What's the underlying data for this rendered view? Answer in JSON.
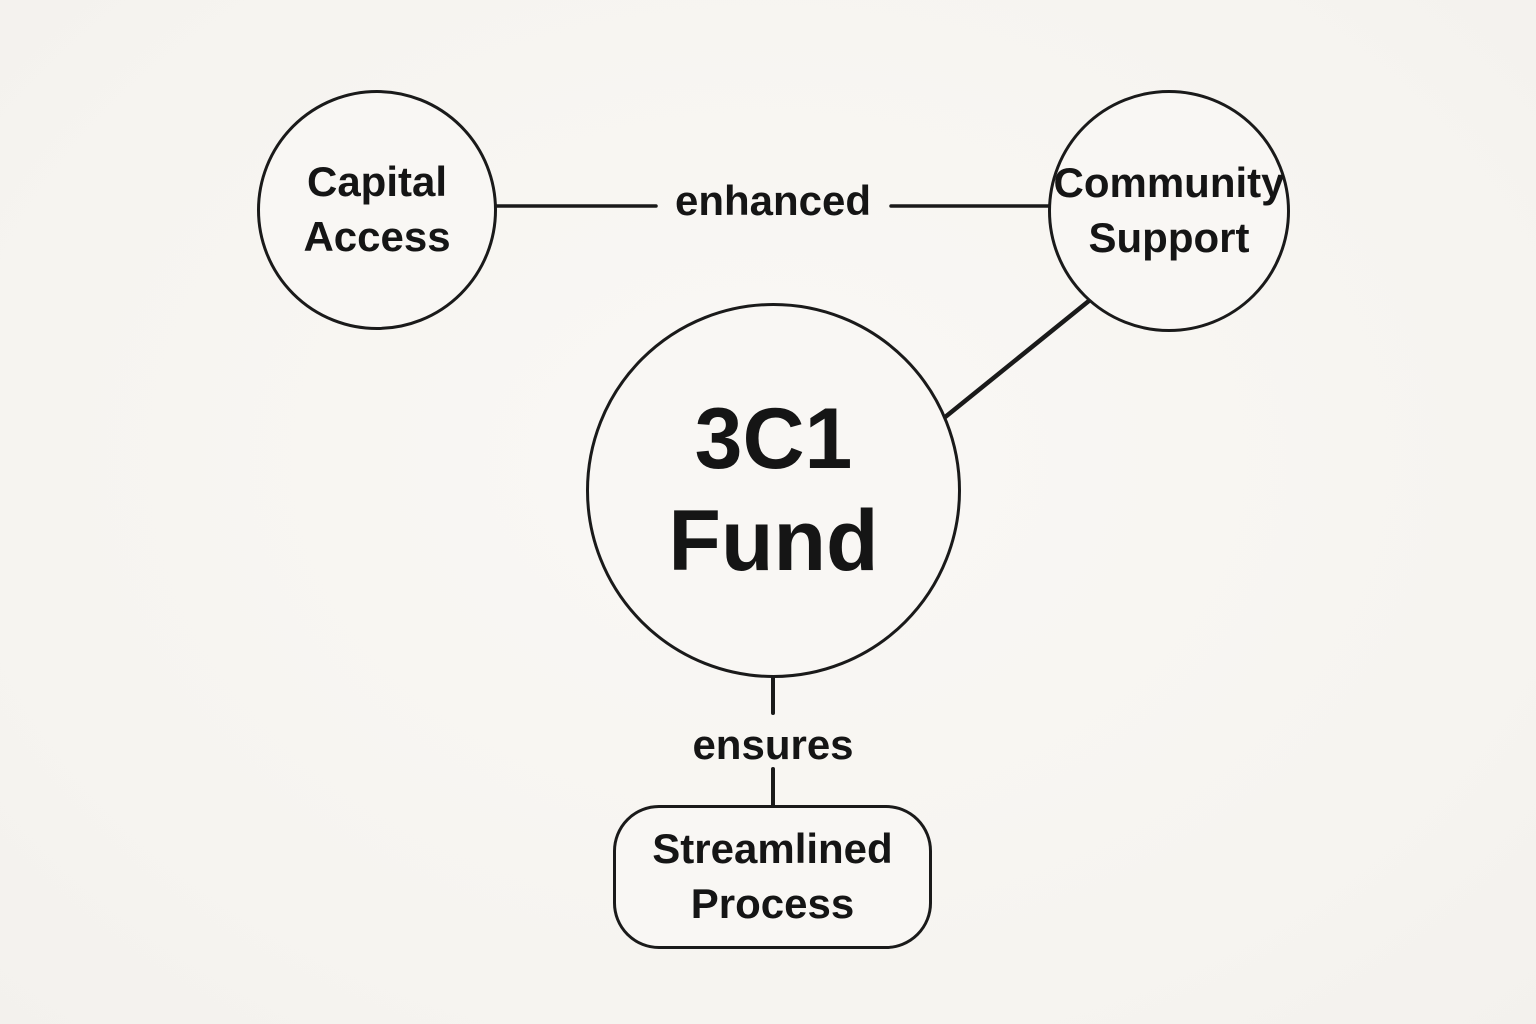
{
  "canvas": {
    "background": "#f7f5f1",
    "ink": "#1a1a1a"
  },
  "nodes": {
    "fund": {
      "line1": "3C1",
      "line2": "Fund",
      "shape": "circle"
    },
    "capital": {
      "line1": "Capital",
      "line2": "Access",
      "shape": "circle"
    },
    "community": {
      "line1": "Community",
      "line2": "Support",
      "shape": "circle"
    },
    "process": {
      "line1": "Streamlined",
      "line2": "Process",
      "shape": "rounded-rectangle"
    }
  },
  "edges": [
    {
      "from": "Capital Access",
      "to": "Community Support",
      "label": "enhanced"
    },
    {
      "from": "3C1 Fund",
      "to": "Community Support",
      "label": ""
    },
    {
      "from": "3C1 Fund",
      "to": "Streamlined Process",
      "label": "ensures"
    }
  ]
}
